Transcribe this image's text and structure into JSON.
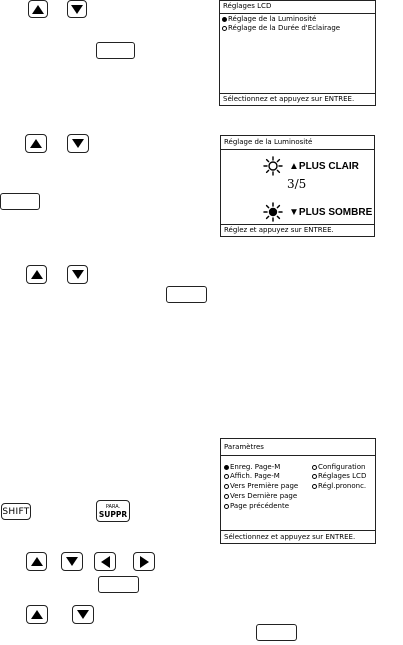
{
  "icons": {
    "up": "up-arrow-icon",
    "down": "down-arrow-icon",
    "left": "left-arrow-icon",
    "right": "right-arrow-icon",
    "sun_outline": "sun-outline-icon",
    "sun_filled": "sun-filled-icon",
    "triangle": "triangle-icon"
  },
  "keys": {
    "shift": "SHIFT",
    "para": "PARA.",
    "suppr": "SUPPR"
  },
  "screen1": {
    "title": "Réglages LCD",
    "options": [
      "Réglage de la Luminosité",
      "Réglage de la Durée d'Eclairage"
    ],
    "selected_index": 0,
    "footer": "Sélectionnez et appuyez sur ENTREE."
  },
  "screen2": {
    "title": "Réglage de la Luminosité",
    "brighter": "PLUS CLAIR",
    "level": "3/5",
    "darker": "PLUS SOMBRE",
    "footer": "Réglez et appuyez sur ENTREE."
  },
  "screen3": {
    "title": "Paramètres",
    "left_options": [
      "Enreg. Page-M",
      "Affich. Page-M",
      "Vers Première page",
      "Vers Dernière page",
      "Page précédente"
    ],
    "right_options": [
      "Configuration",
      "Réglages LCD",
      "Régl.prononc."
    ],
    "selected": "Enreg. Page-M",
    "footer": "Sélectionnez et appuyez sur ENTREE."
  }
}
